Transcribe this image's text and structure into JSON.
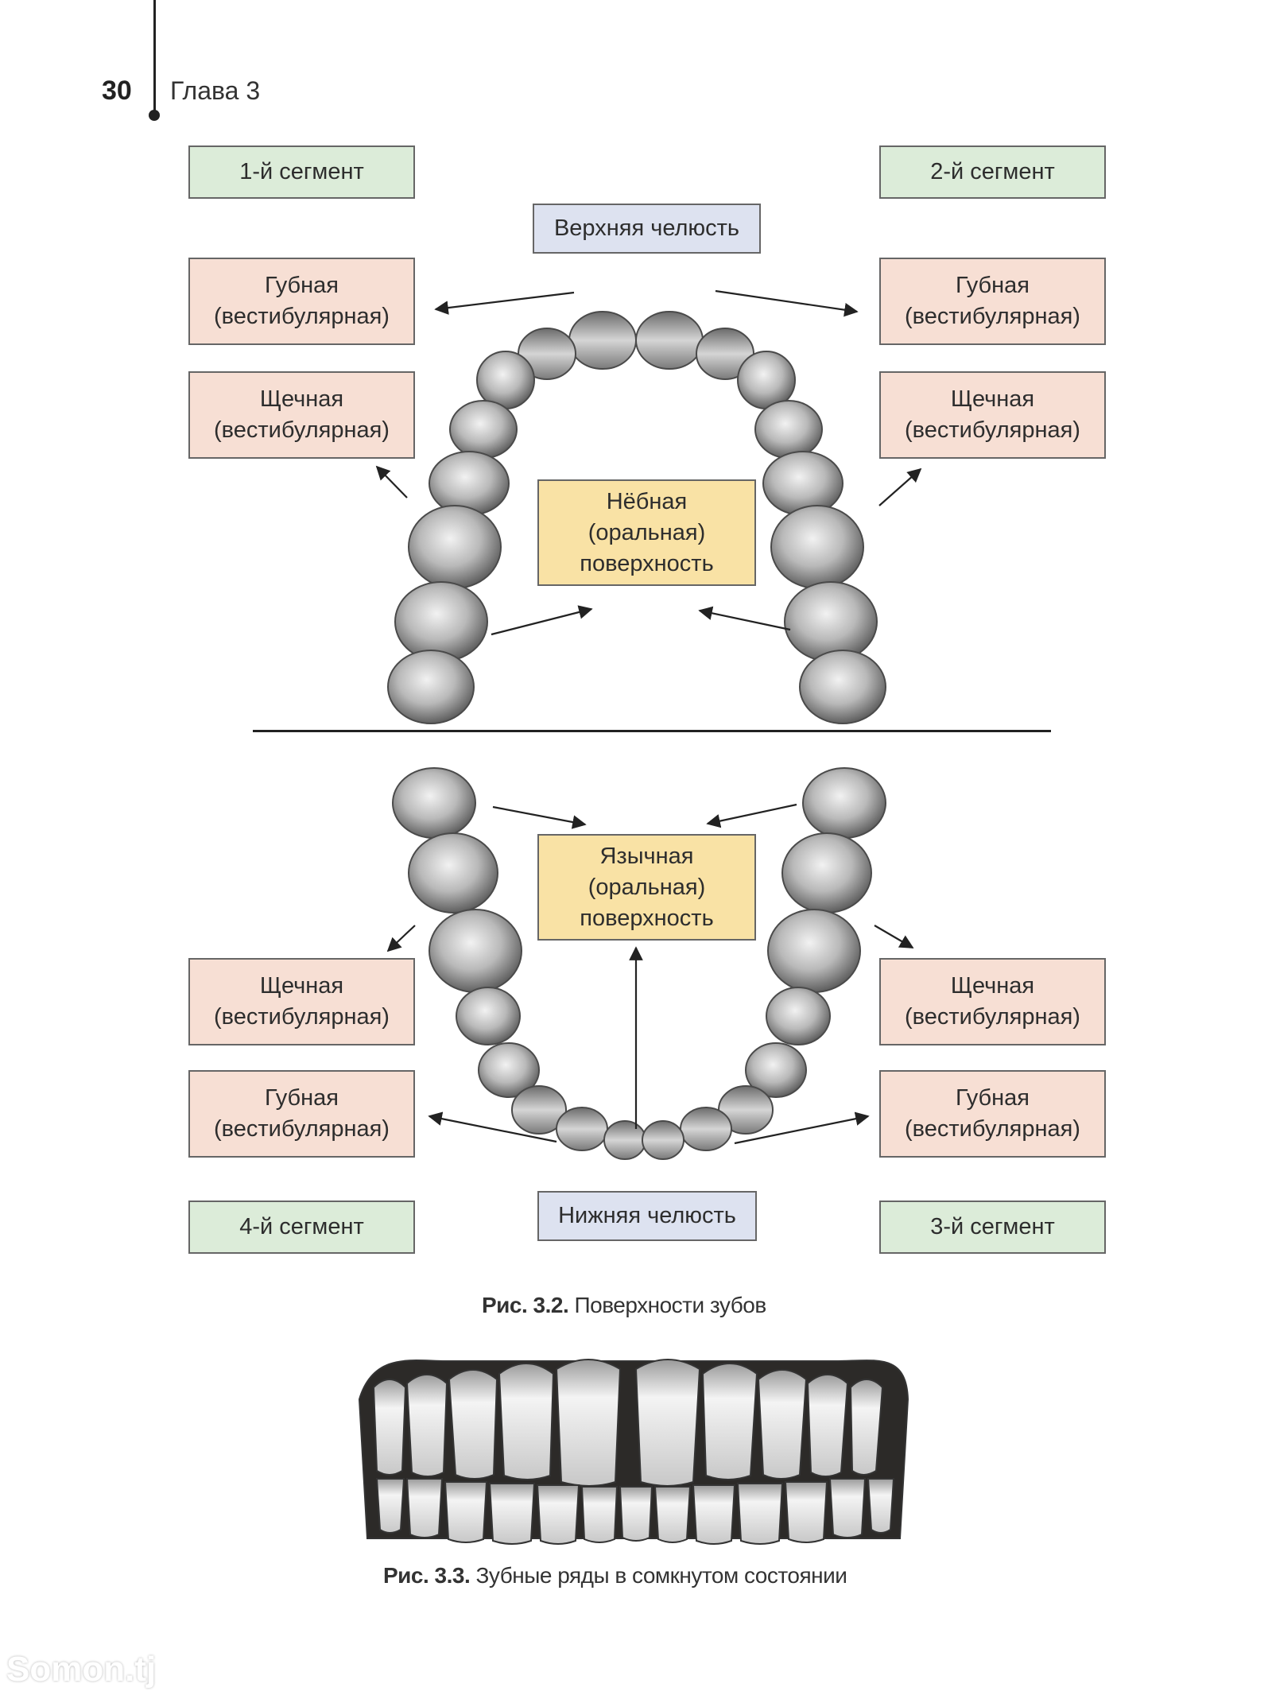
{
  "header": {
    "page_number": "30",
    "chapter": "Глава 3"
  },
  "figure_3_2": {
    "segments": {
      "s1": "1-й сегмент",
      "s2": "2-й сегмент",
      "s3": "3-й сегмент",
      "s4": "4-й сегмент"
    },
    "upper_jaw": "Верхняя челюсть",
    "lower_jaw": "Нижняя челюсть",
    "labial": {
      "line1": "Губная",
      "line2": "(вестибулярная)"
    },
    "buccal": {
      "line1": "Щечная",
      "line2": "(вестибулярная)"
    },
    "palatal": {
      "line1": "Нёбная",
      "line2": "(оральная)",
      "line3": "поверхность"
    },
    "lingual": {
      "line1": "Язычная",
      "line2": "(оральная)",
      "line3": "поверхность"
    },
    "caption_num": "Рис. 3.2.",
    "caption_text": " Поверхности зубов"
  },
  "figure_3_3": {
    "caption_num": "Рис. 3.3.",
    "caption_text": " Зубные ряды в сомкнутом состоянии"
  },
  "watermark": "Somon.tj",
  "colors": {
    "segment_bg": "#dcecd9",
    "jaw_bg": "#dde2f0",
    "vestibular_bg": "#f7dfd4",
    "oral_bg": "#f9e2a5"
  }
}
